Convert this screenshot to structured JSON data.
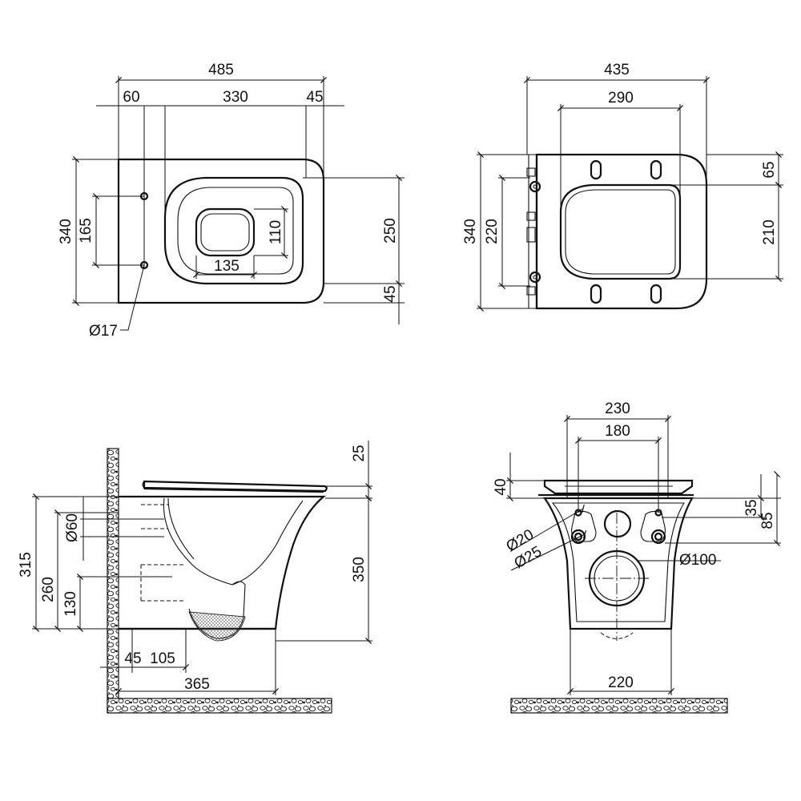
{
  "views": {
    "top": {
      "dims": {
        "overall_length": "485",
        "rear_offset": "60",
        "bowl_length": "330",
        "front_offset": "45",
        "width": "340",
        "hole_spacing": "165",
        "opening_length": "110",
        "opening_width": "135",
        "rim_width": "250",
        "rim_offset": "45",
        "hole_diameter": "Ø17"
      }
    },
    "seat": {
      "dims": {
        "overall_length": "435",
        "opening_length": "290",
        "width": "340",
        "hinge_spacing": "220",
        "top_offset": "65",
        "opening_width": "210"
      }
    },
    "side": {
      "dims": {
        "seat_thickness": "25",
        "height": "350",
        "overall_height": "315",
        "outlet_height": "260",
        "inlet_height": "130",
        "inlet_diameter": "Ø60",
        "wall_offset": "45",
        "outlet_offset": "105",
        "depth": "365"
      }
    },
    "rear": {
      "dims": {
        "top_width": "230",
        "hole_spacing": "180",
        "seat_thickness": "40",
        "hole_offset": "35",
        "hole_height": "85",
        "hole_diameter_small": "Ø20",
        "hole_diameter_large": "Ø25",
        "outlet_diameter": "Ø100",
        "bottom_width": "220"
      }
    }
  }
}
